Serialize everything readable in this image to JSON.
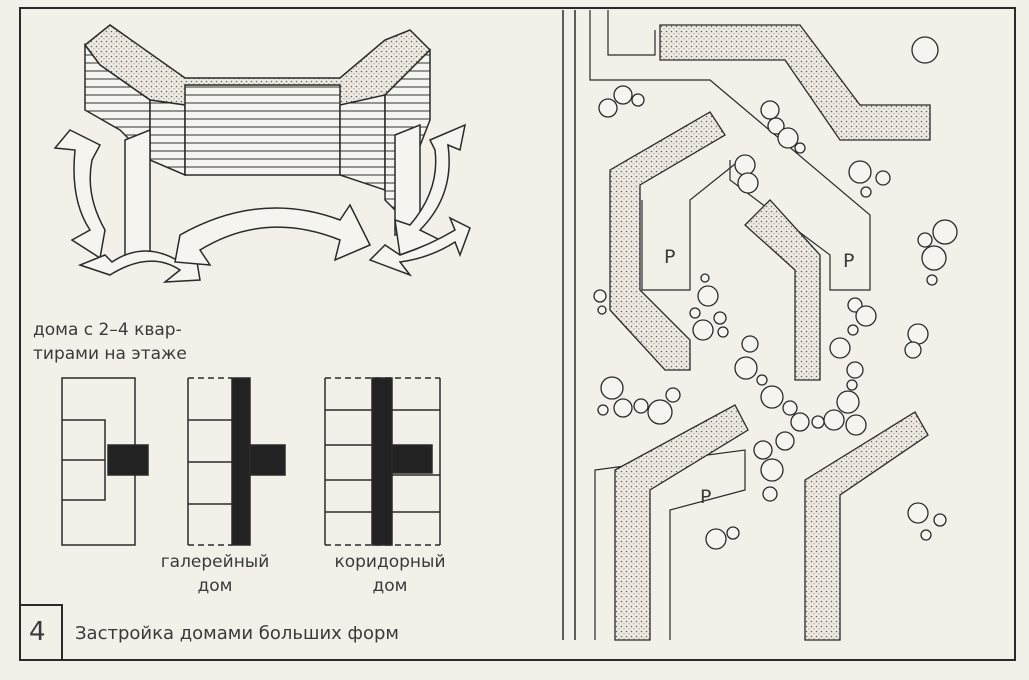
{
  "figure": {
    "number": "4",
    "caption": "Застройка домами больших форм"
  },
  "labels": {
    "small_houses": [
      "дома с 2–4 квар-",
      "тирами на этаже"
    ],
    "gallery_house": [
      "галерейный",
      "дом"
    ],
    "corridor_house": [
      "коридорный",
      "дом"
    ]
  },
  "site_plan": {
    "parking_labels": [
      "P",
      "P",
      "P"
    ]
  },
  "colors": {
    "paper": "#f3f0ea",
    "ink": "#2a2a2a",
    "stipple": "#cfcac0"
  }
}
